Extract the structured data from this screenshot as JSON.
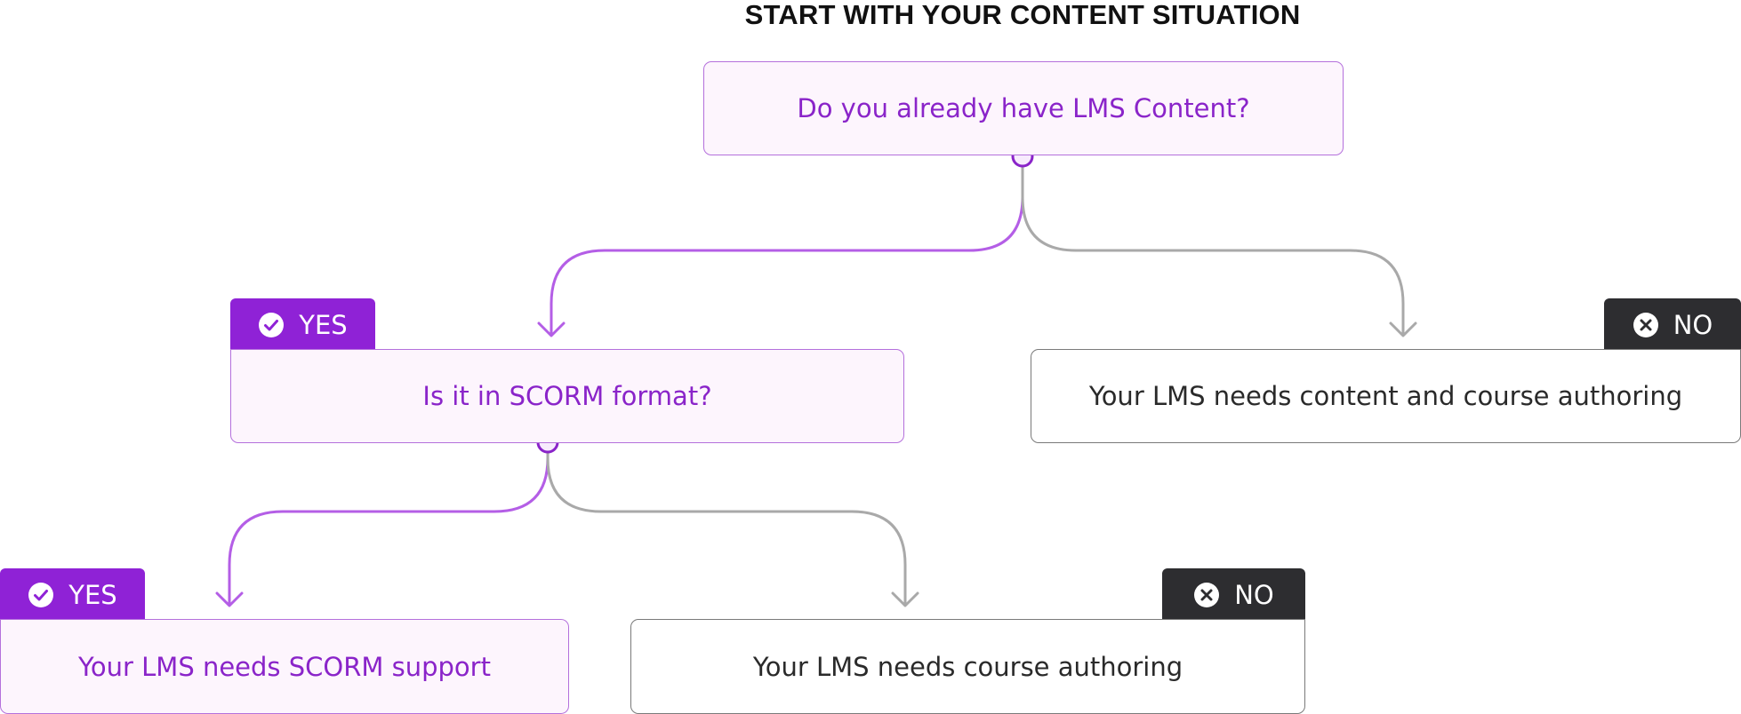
{
  "heading": "START WITH YOUR CONTENT SITUATION",
  "nodes": {
    "q1": "Do you already have LMS Content?",
    "q2": "Is it in SCORM format?",
    "r_authoring_content": "Your LMS needs content and course authoring",
    "r_scorm_support": "Your LMS needs SCORM support",
    "r_course_authoring": "Your LMS needs course authoring"
  },
  "tags": {
    "yes": "YES",
    "no": "NO"
  },
  "colors": {
    "yes_accent": "#8f22d6",
    "yes_text": "#8a24c9",
    "yes_line": "#b45ee6",
    "no_tag": "#2d2d30",
    "no_line": "#a9a9a9"
  },
  "icons": {
    "yes": "check-circle-icon",
    "no": "x-circle-icon"
  }
}
